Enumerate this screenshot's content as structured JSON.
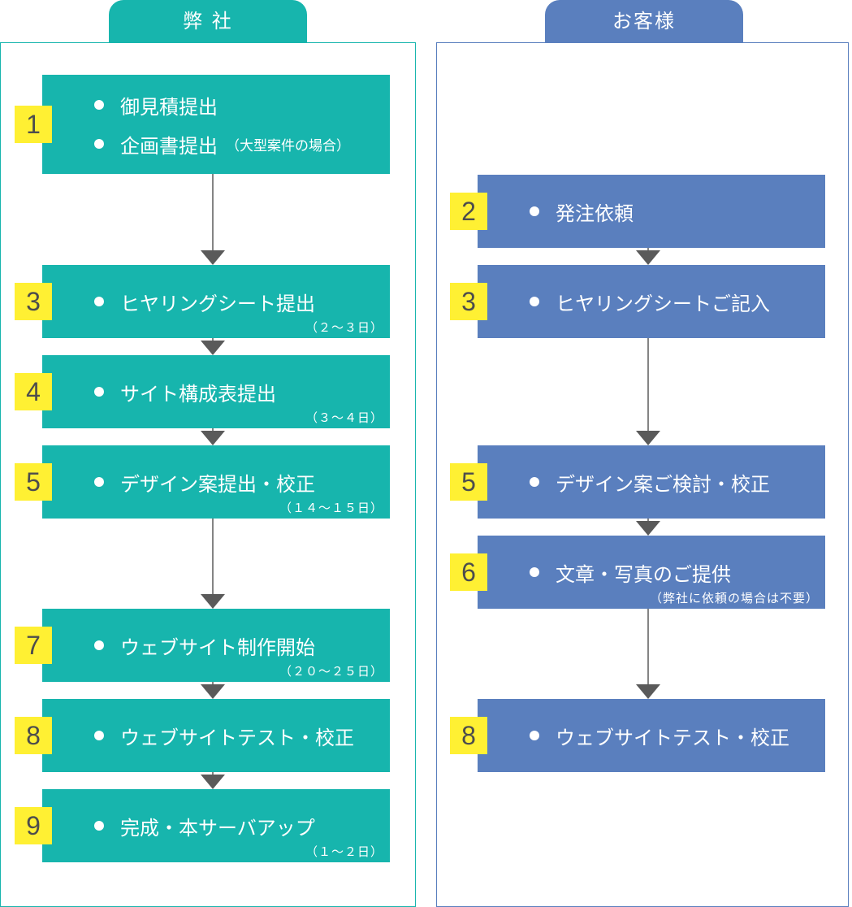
{
  "colors": {
    "company": "#17b5ad",
    "client": "#5a7fbe",
    "number_bg": "#fff033",
    "arrow": "#5a5a5a"
  },
  "company": {
    "header": "弊 社",
    "steps": [
      {
        "number": "1",
        "items": [
          {
            "text": "御見積提出",
            "sub": ""
          },
          {
            "text": "企画書提出",
            "sub": "（大型案件の場合）"
          }
        ],
        "duration": ""
      },
      {
        "number": "3",
        "items": [
          {
            "text": "ヒヤリングシート提出",
            "sub": ""
          }
        ],
        "duration": "（２～３日）"
      },
      {
        "number": "4",
        "items": [
          {
            "text": "サイト構成表提出",
            "sub": ""
          }
        ],
        "duration": "（３～４日）"
      },
      {
        "number": "5",
        "items": [
          {
            "text": "デザイン案提出・校正",
            "sub": ""
          }
        ],
        "duration": "（１４～１５日）"
      },
      {
        "number": "7",
        "items": [
          {
            "text": "ウェブサイト制作開始",
            "sub": ""
          }
        ],
        "duration": "（２０～２５日）"
      },
      {
        "number": "8",
        "items": [
          {
            "text": "ウェブサイトテスト・校正",
            "sub": ""
          }
        ],
        "duration": ""
      },
      {
        "number": "9",
        "items": [
          {
            "text": "完成・本サーバアップ",
            "sub": ""
          }
        ],
        "duration": "（１～２日）"
      }
    ]
  },
  "client": {
    "header": "お客様",
    "steps": [
      {
        "number": "2",
        "items": [
          {
            "text": "発注依頼",
            "sub": ""
          }
        ],
        "duration": ""
      },
      {
        "number": "3",
        "items": [
          {
            "text": "ヒヤリングシートご記入",
            "sub": ""
          }
        ],
        "duration": ""
      },
      {
        "number": "5",
        "items": [
          {
            "text": "デザイン案ご検討・校正",
            "sub": ""
          }
        ],
        "duration": ""
      },
      {
        "number": "6",
        "items": [
          {
            "text": "文章・写真のご提供",
            "sub": ""
          }
        ],
        "duration": "（弊社に依頼の場合は不要）"
      },
      {
        "number": "8",
        "items": [
          {
            "text": "ウェブサイトテスト・校正",
            "sub": ""
          }
        ],
        "duration": ""
      }
    ]
  }
}
